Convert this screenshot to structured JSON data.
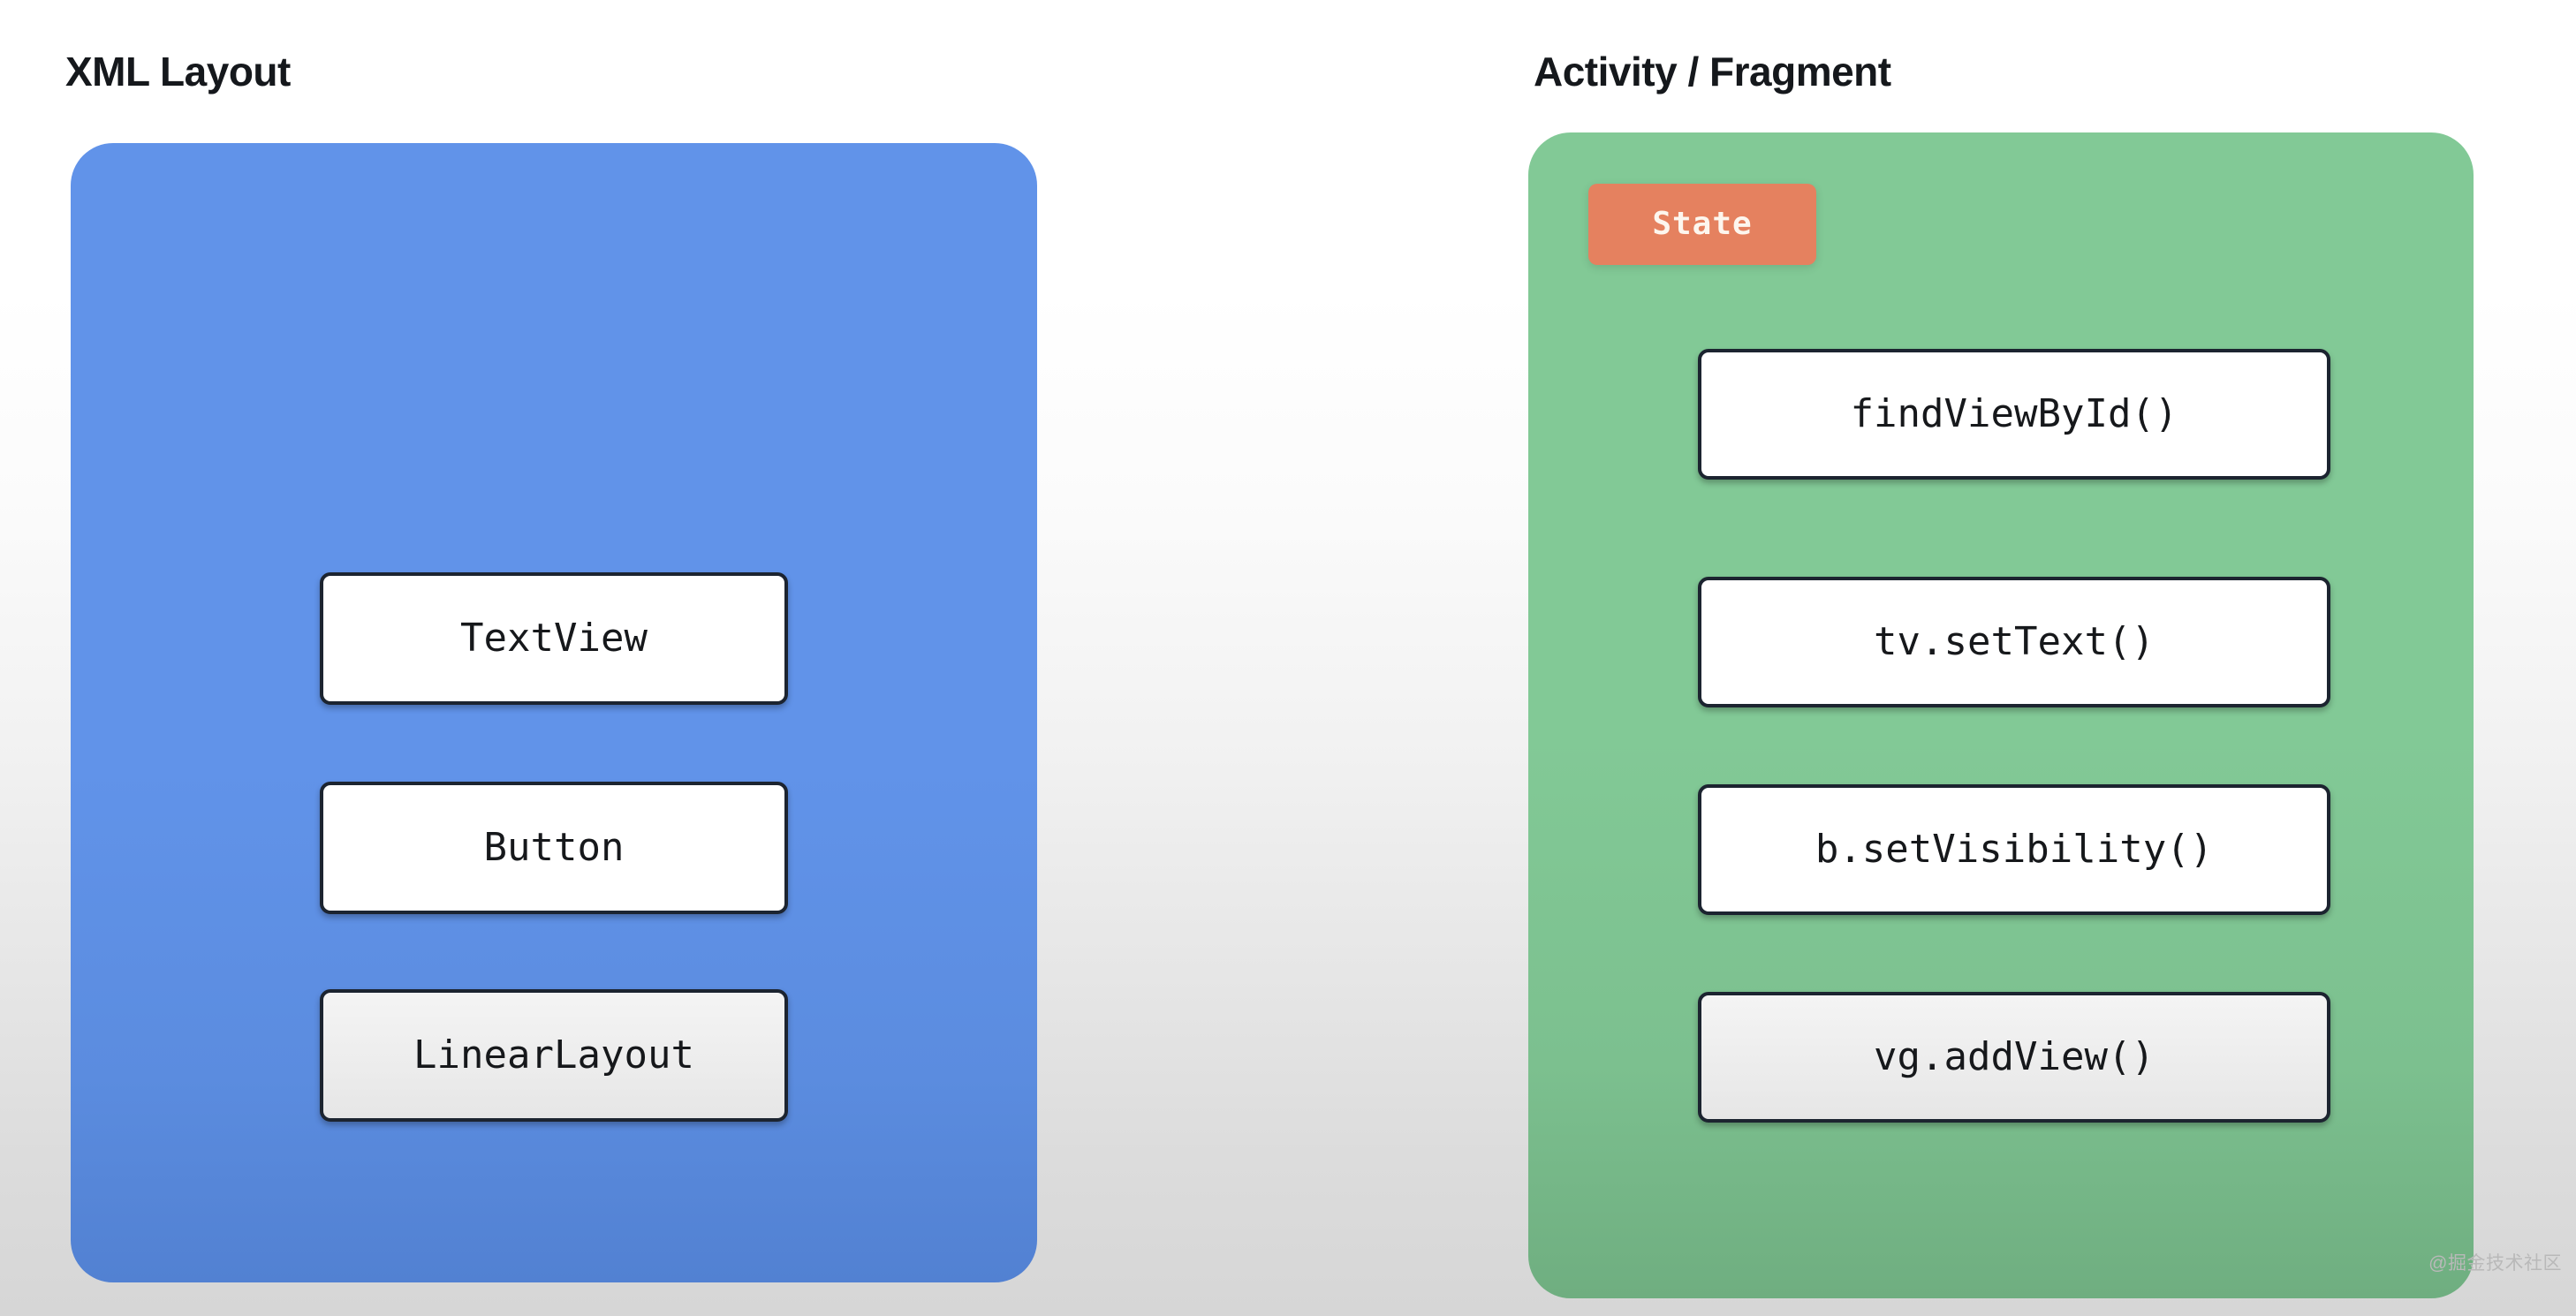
{
  "columns": {
    "left": {
      "title": "XML Layout",
      "panel_color": "#6193e9",
      "nodes": [
        {
          "label": "TextView",
          "fill": "white"
        },
        {
          "label": "Button",
          "fill": "white"
        },
        {
          "label": "LinearLayout",
          "fill": "grey"
        }
      ]
    },
    "right": {
      "title": "Activity / Fragment",
      "panel_color": "#82c996",
      "badge": {
        "label": "State",
        "color": "#e5815f",
        "text_color": "#fdf6ee"
      },
      "nodes": [
        {
          "label": "findViewById()",
          "fill": "white"
        },
        {
          "label": "tv.setText()",
          "fill": "white"
        },
        {
          "label": "b.setVisibility()",
          "fill": "white"
        },
        {
          "label": "vg.addView()",
          "fill": "grey"
        }
      ]
    }
  },
  "watermark": "@掘金技术社区"
}
